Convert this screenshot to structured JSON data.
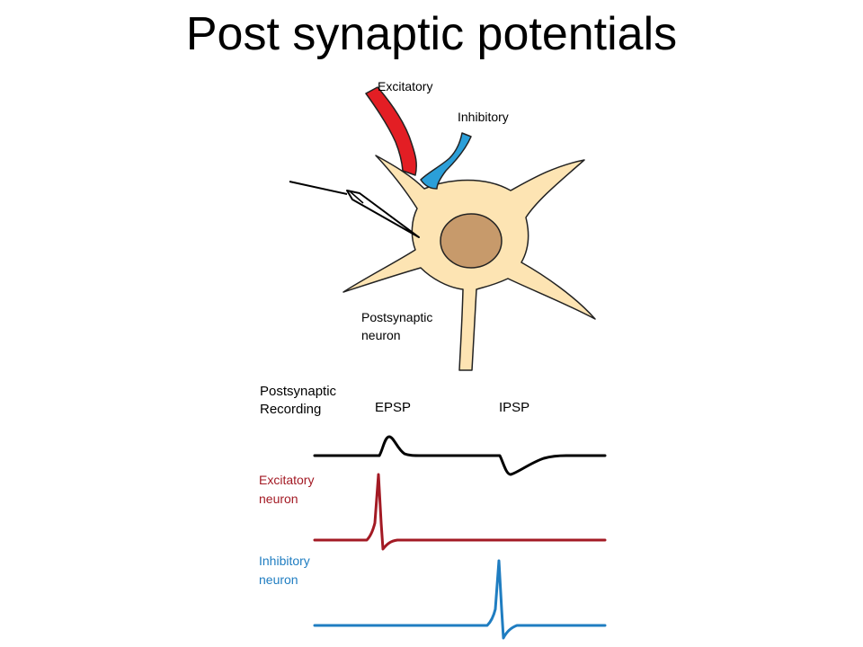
{
  "title": "Post synaptic potentials",
  "neuron_labels": {
    "excitatory_axon": "Excitatory",
    "inhibitory_axon": "Inhibitory",
    "postsynaptic_line1": "Postsynaptic",
    "postsynaptic_line2": "neuron"
  },
  "recording": {
    "header_line1": "Postsynaptic",
    "header_line2": "Recording",
    "epsp": "EPSP",
    "ipsp": "IPSP",
    "excitatory_line1": "Excitatory",
    "excitatory_line2": "neuron",
    "inhibitory_line1": "Inhibitory",
    "inhibitory_line2": "neuron"
  },
  "colors": {
    "excitatory": "#e31e24",
    "inhibitory": "#2b9fd9",
    "excitatory_trace": "#a31a24",
    "inhibitory_trace": "#1f7dc1",
    "cell_body": "#fde4b3",
    "nucleus": "#c79a6b"
  }
}
